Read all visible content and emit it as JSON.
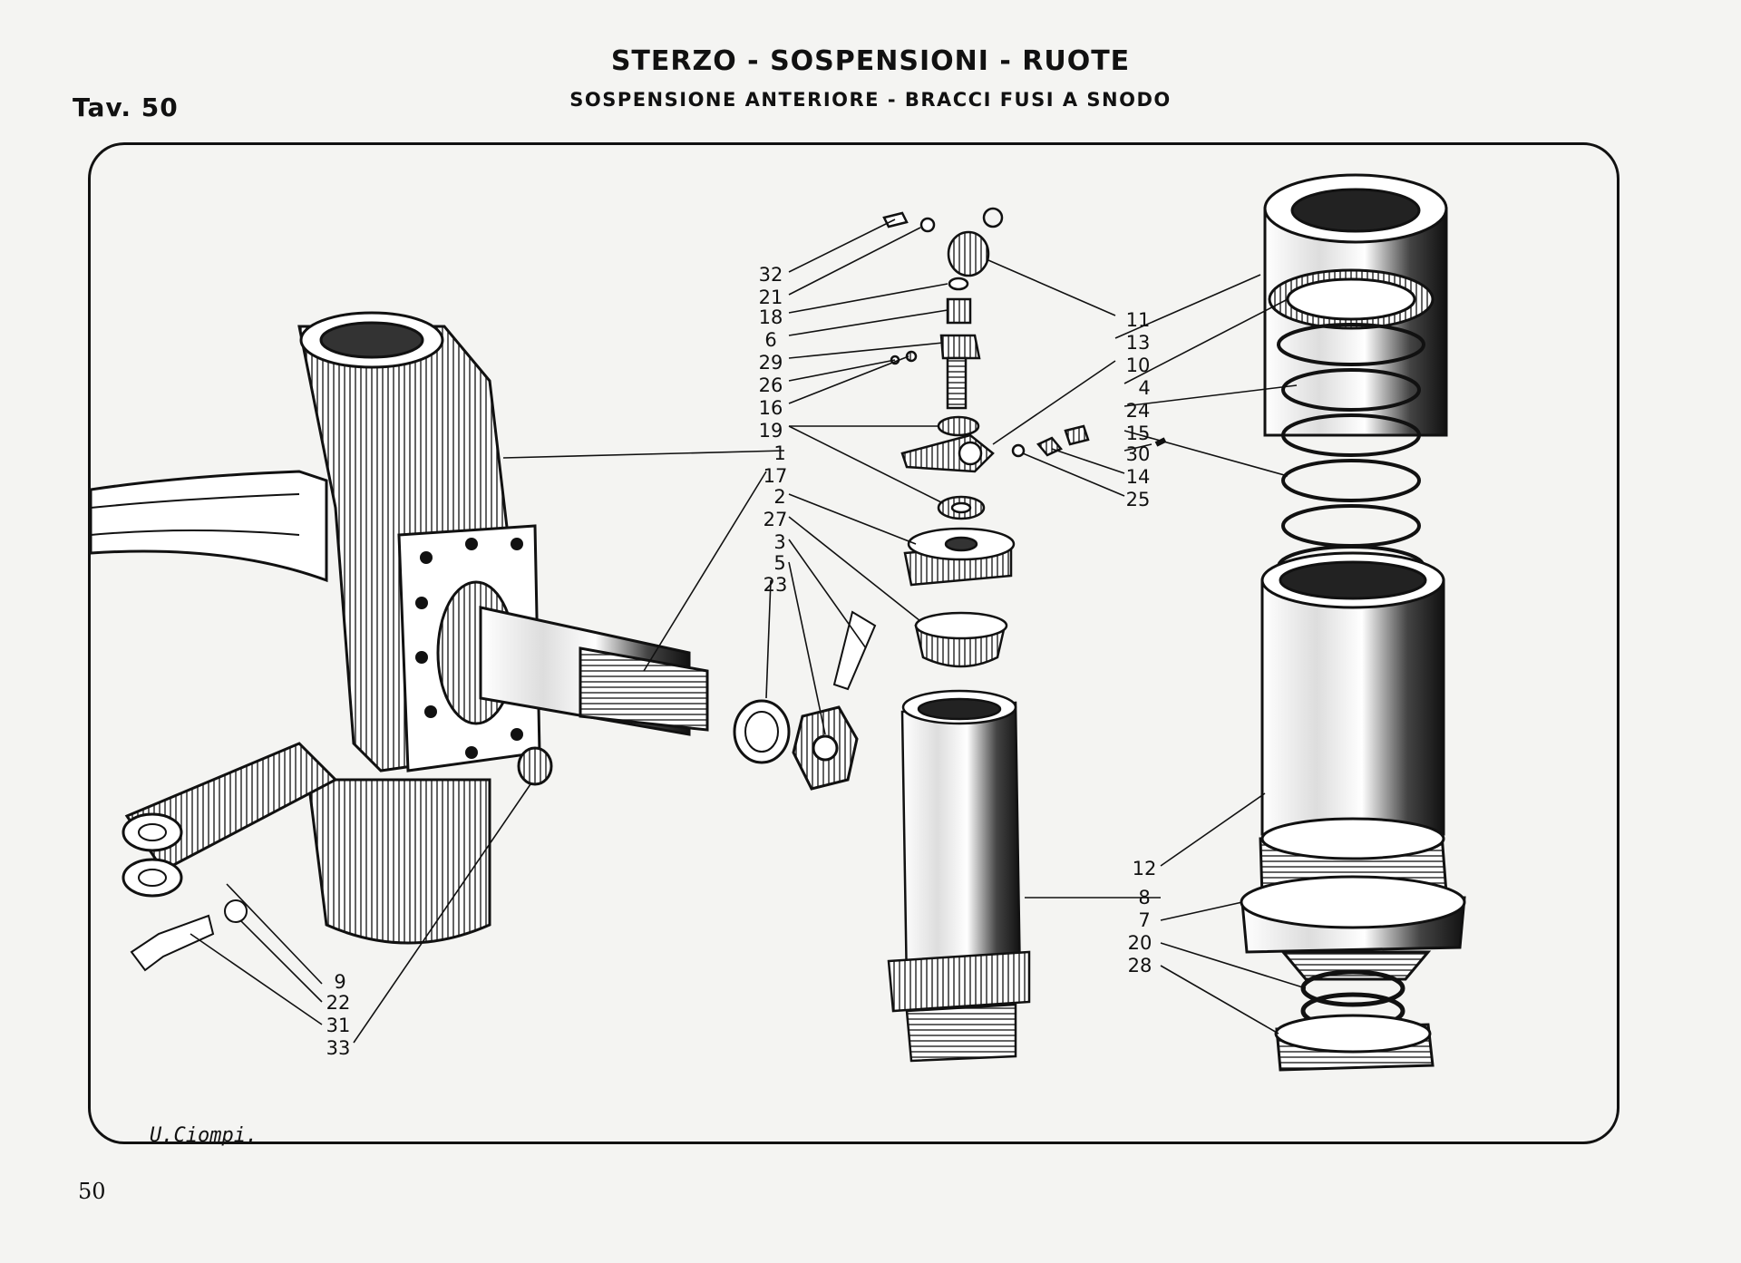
{
  "header": {
    "title": "STERZO - SOSPENSIONI - RUOTE",
    "subtitle": "SOSPENSIONE ANTERIORE - BRACCI FUSI A SNODO",
    "plate": "Tav. 50"
  },
  "page_number": "50",
  "signature": "U.Ciompi.",
  "callouts": {
    "center_top": [
      "32",
      "21",
      "18",
      "6",
      "29",
      "26",
      "16",
      "19",
      "1",
      "17",
      "2",
      "27",
      "3",
      "5",
      "23"
    ],
    "right_top": [
      "11",
      "13",
      "10",
      "4",
      "24",
      "15",
      "30",
      "14",
      "25"
    ],
    "right_bottom": [
      "12",
      "8",
      "7",
      "20",
      "28"
    ],
    "left_bottom": [
      "9",
      "22",
      "31",
      "33"
    ]
  }
}
